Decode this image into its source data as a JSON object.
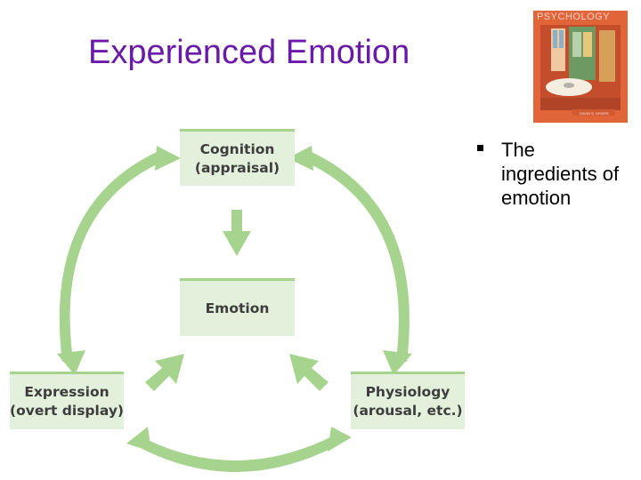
{
  "slide": {
    "title": "Experienced Emotion",
    "bullet_text": "The ingredients of emotion"
  },
  "book_cover": {
    "title": "PSYCHOLOGY",
    "author": "DAVID G. MYERS"
  },
  "diagram": {
    "arrow_color": "#a6d38d",
    "box_fill": "#e3f1dc",
    "nodes": {
      "cognition": {
        "line1": "Cognition",
        "line2": "(appraisal)"
      },
      "emotion": {
        "line1": "Emotion"
      },
      "expression": {
        "line1": "Expression",
        "line2": "(overt display)"
      },
      "physiology": {
        "line1": "Physiology",
        "line2": "(arousal, etc.)"
      }
    }
  },
  "colors": {
    "title": "#6a1aa8",
    "arrow": "#a6d38d",
    "box_fill": "#e3f1dc",
    "box_text": "#3d3d3d",
    "cover": "#e2653a"
  },
  "icons": {
    "bullet": "square-bullet-icon"
  }
}
